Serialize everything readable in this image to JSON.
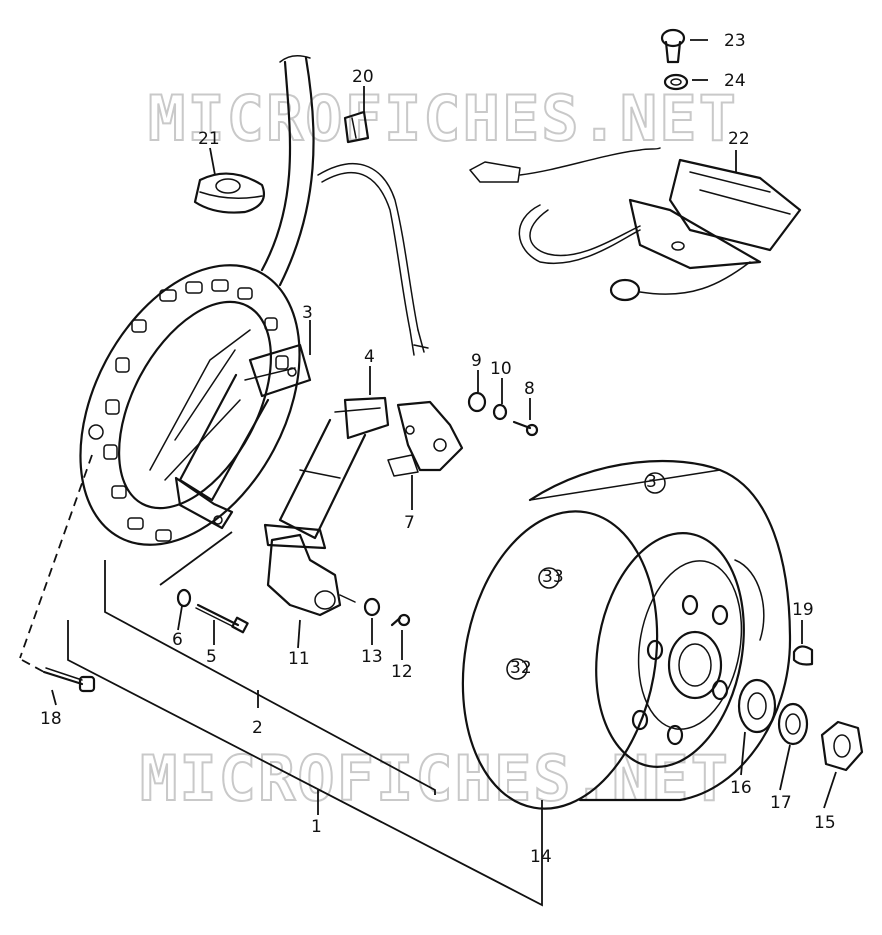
{
  "watermark": {
    "top_text": "MICROFICHES.NET",
    "bottom_text": "MICROFICHES.NET"
  },
  "part_labels": {
    "p1": "1",
    "p2": "2",
    "p3": "3",
    "p4": "4",
    "p5": "5",
    "p6": "6",
    "p7": "7",
    "p8": "8",
    "p9": "9",
    "p10": "10",
    "p11": "11",
    "p12": "12",
    "p13": "13",
    "p14": "14",
    "p15": "15",
    "p16": "16",
    "p17": "17",
    "p18": "18",
    "p19": "19",
    "p20": "20",
    "p21": "21",
    "p22": "22",
    "p23": "23",
    "p24": "24"
  },
  "flywheel_marks": {
    "mark_top": "3",
    "mark_side": "33",
    "mark_lower": "32"
  }
}
